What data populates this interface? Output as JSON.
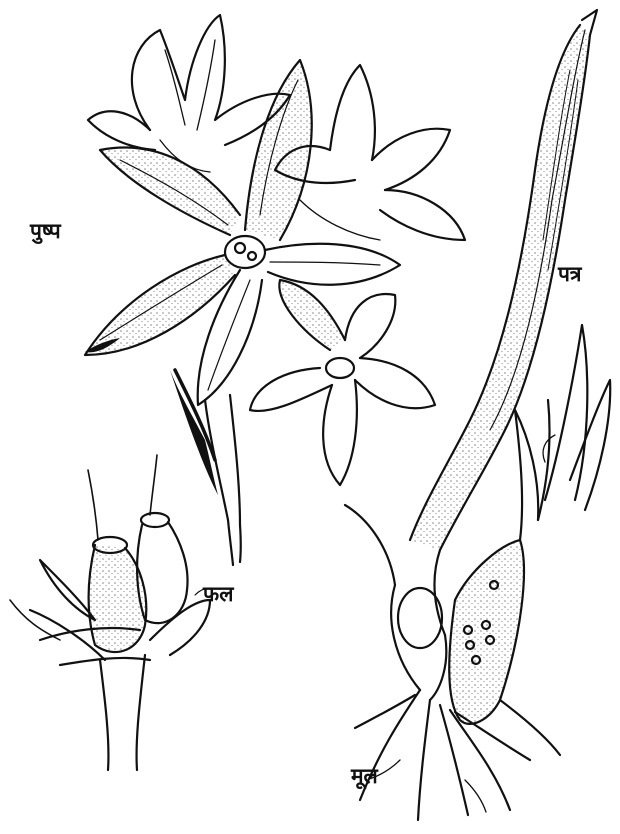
{
  "labels": {
    "flower": "पुष्प",
    "leaf": "पत्र",
    "fruit": "फल",
    "root": "मूल"
  },
  "colors": {
    "ink": "#111111",
    "paper": "#ffffff"
  }
}
